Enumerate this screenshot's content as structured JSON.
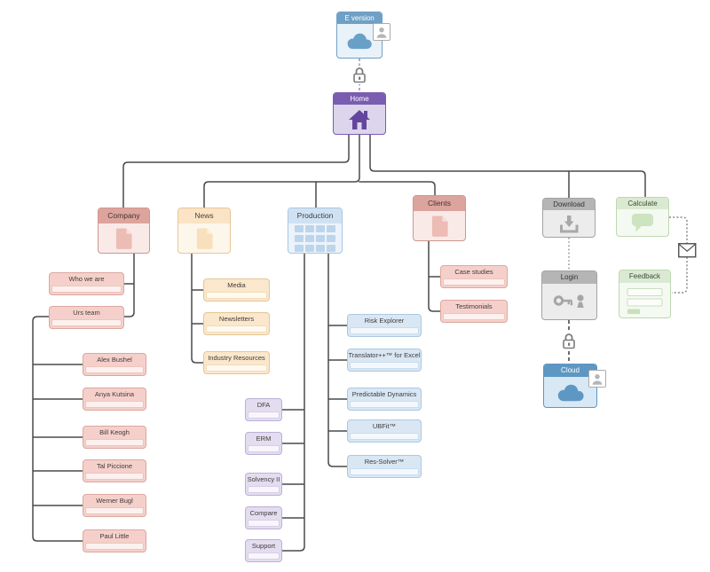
{
  "diagram": {
    "root": {
      "label": "E version"
    },
    "home": {
      "label": "Home"
    },
    "company": {
      "label": "Company",
      "pages": [
        "Who we are",
        "Urs team"
      ],
      "team": [
        "Alex Bushel",
        "Anya Kutsina",
        "Bill Keogh",
        "Tal Piccione",
        "Werner Bugl",
        "Paul Little"
      ]
    },
    "news": {
      "label": "News",
      "pages": [
        "Media",
        "Newsletters",
        "Industry Resources"
      ]
    },
    "production": {
      "label": "Production",
      "categories": [
        "DFA",
        "ERM",
        "Solvency II",
        "Compare",
        "Support"
      ],
      "products": [
        "Risk Explorer",
        "Translator++™ for Excel",
        "Predictable Dynamics",
        "UBFit™",
        "Res-Solver™"
      ]
    },
    "clients": {
      "label": "Clients",
      "pages": [
        "Case studies",
        "Testimonials"
      ]
    },
    "download": {
      "label": "Download"
    },
    "login": {
      "label": "Login"
    },
    "cloud": {
      "label": "Cloud"
    },
    "calculate": {
      "label": "Calculate"
    },
    "feedback": {
      "label": "Feedback"
    },
    "colors": {
      "eversion_header": "#6fa0c6",
      "home_header": "#7a5db0",
      "rose_header": "#dca49d",
      "tan_header": "#fae4c5",
      "lightblue_header": "#d0e2f2",
      "gray_header": "#b5b5b5",
      "green_header": "#daead2",
      "cloud_header": "#5e97c3",
      "purple_leaf": "#e4ddf0",
      "blue_leaf": "#d9e7f4",
      "pink_leaf": "#f5d0cb",
      "tan_leaf": "#fbe7cc",
      "wire": "#4a4a4a"
    }
  }
}
